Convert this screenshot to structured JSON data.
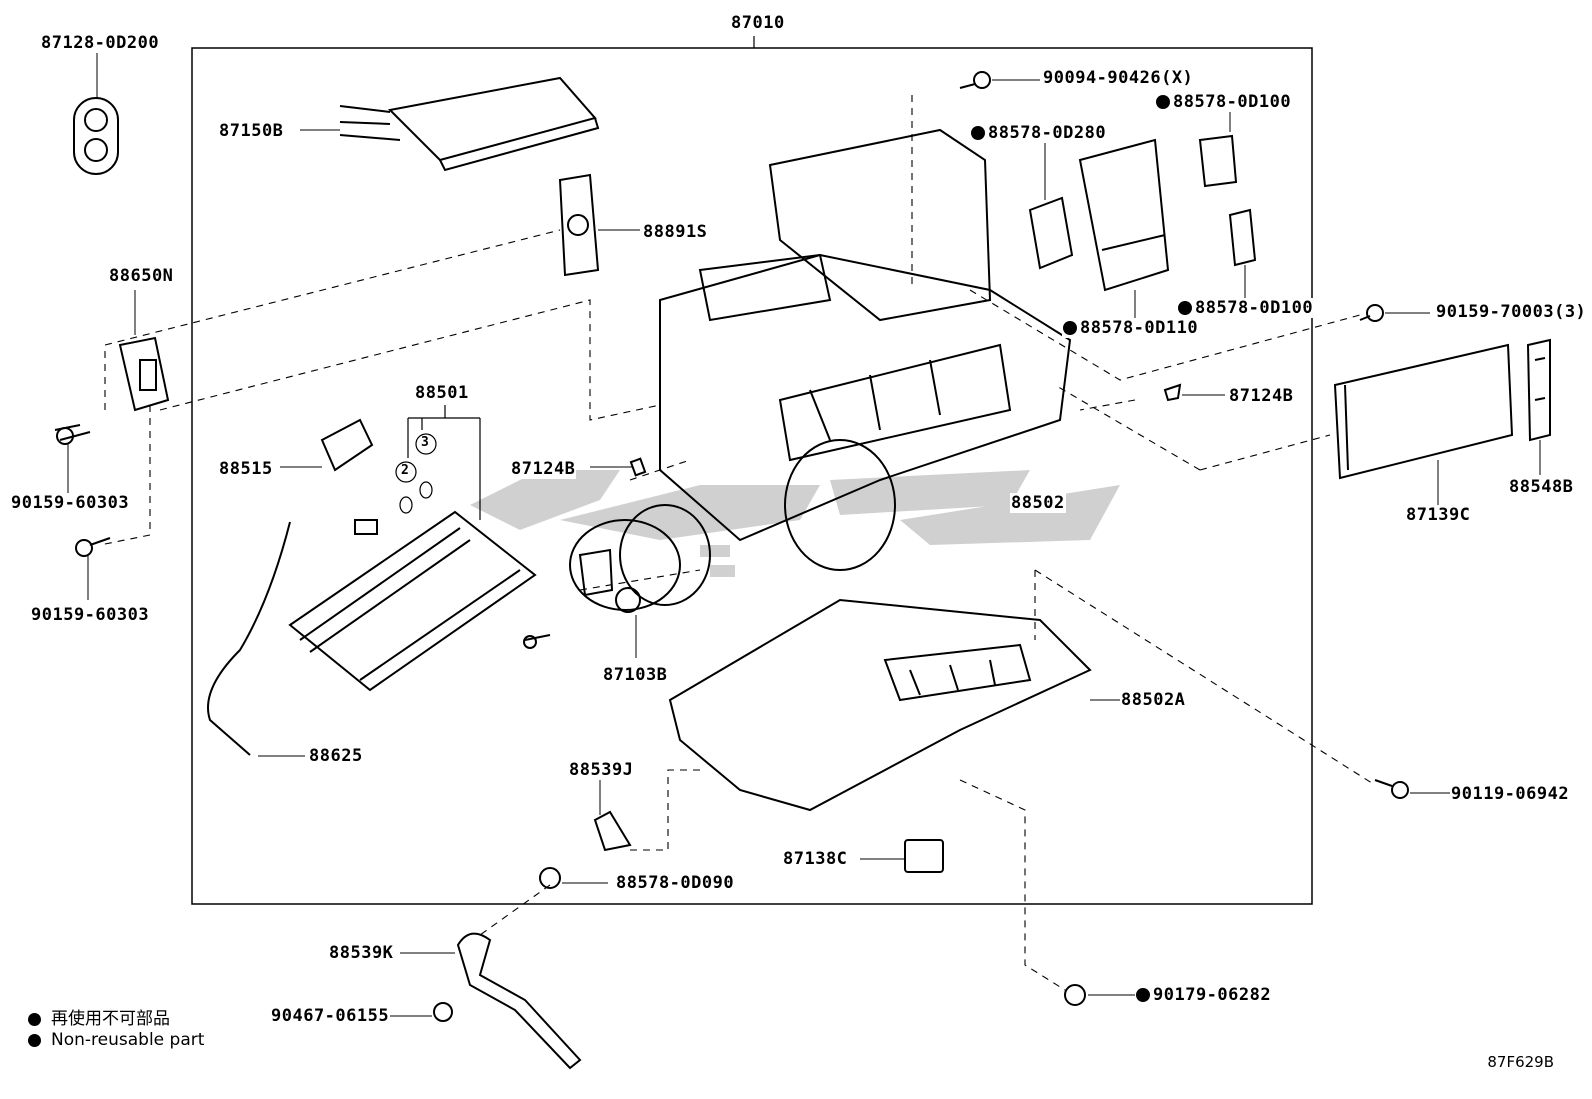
{
  "assembly_label": "87010",
  "parts": {
    "p87128": "87128-0D200",
    "p87150B": "87150B",
    "p88891S": "88891S",
    "p88650N": "88650N",
    "p90159_1": "90159-60303",
    "p90159_2": "90159-60303",
    "p88501": "88501",
    "p88515": "88515",
    "p88625": "88625",
    "p87124B_1": "87124B",
    "p87124B_2": "87124B",
    "p88502": "88502",
    "p87103B": "87103B",
    "p88502A": "88502A",
    "p88539J": "88539J",
    "p88578_0D090": "88578-0D090",
    "p87138C": "87138C",
    "p88539K": "88539K",
    "p90467": "90467-06155",
    "p90094": "90094-90426(X)",
    "p88578_0D100a": "88578-0D100",
    "p88578_0D280": "88578-0D280",
    "p88578_0D100b": "88578-0D100",
    "p88578_0D110": "88578-0D110",
    "p90159_70003": "90159-70003(3)",
    "p87139C": "87139C",
    "p88548B": "88548B",
    "p90119": "90119-06942",
    "p90179": "90179-06282"
  },
  "callout_numbers": {
    "c2": "2",
    "c3": "3"
  },
  "legend": {
    "jp": "再使用不可部品",
    "en": "Non-reusable part"
  },
  "figure_code": "87F629B",
  "colors": {
    "line": "#000000",
    "watermark": "#c8c8c8",
    "background": "#ffffff"
  }
}
